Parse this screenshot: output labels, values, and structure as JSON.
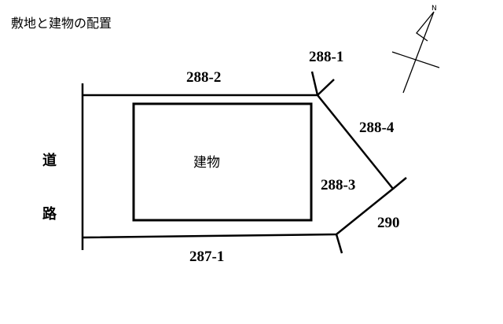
{
  "title": "敷地と建物の配置",
  "building_label": "建物",
  "road_label": [
    "道",
    "路"
  ],
  "lot_labels": {
    "top": "288-2",
    "top_right": "288-1",
    "right_upper": "288-4",
    "right": "288-3",
    "bottom_right": "290",
    "bottom": "287-1"
  },
  "north_arrow_label": "N"
}
